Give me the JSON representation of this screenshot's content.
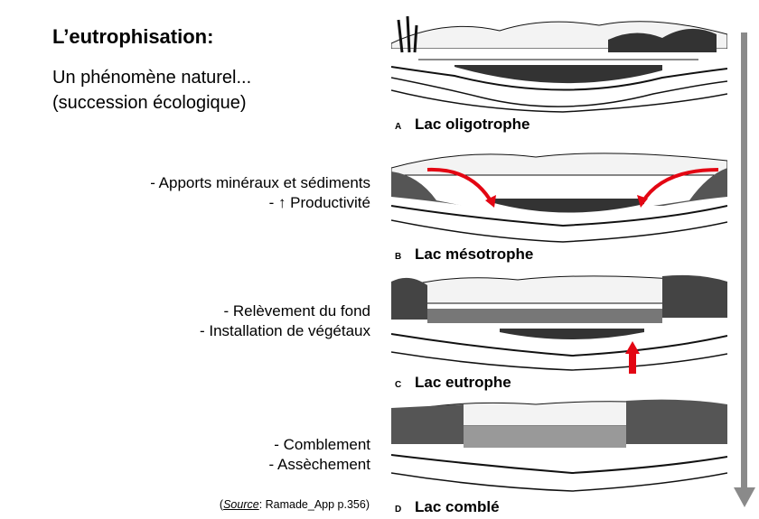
{
  "heading": {
    "title": "L’eutrophisation:",
    "subtitle_line1": "Un phénomène naturel...",
    "subtitle_line2": "(succession écologique)"
  },
  "notes": [
    {
      "line1": "- Apports minéraux et sédiments",
      "line2": "- ↑ Productivité"
    },
    {
      "line1": "- Relèvement du fond",
      "line2": "- Installation de végétaux"
    },
    {
      "line1": "- Comblement",
      "line2": "- Assèchement"
    }
  ],
  "source": {
    "open": "(",
    "label": "Source",
    "rest": ": Ramade_App p.356)"
  },
  "panels": [
    {
      "letter": "A",
      "caption": "Lac oligotrophe"
    },
    {
      "letter": "B",
      "caption": "Lac mésotrophe"
    },
    {
      "letter": "C",
      "caption": "Lac eutrophe"
    },
    {
      "letter": "D",
      "caption": "Lac comblé"
    }
  ],
  "colors": {
    "arrow_red": "#e30613",
    "timeline_grey": "#8a8a8a",
    "ink": "#111111"
  }
}
